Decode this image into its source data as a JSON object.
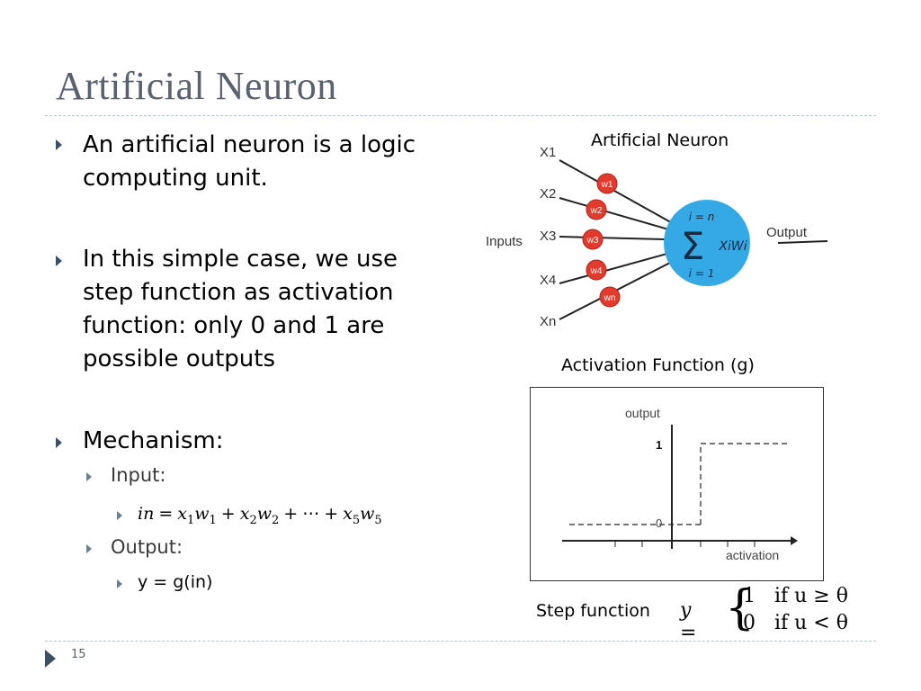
{
  "slide": {
    "title": "Artificial Neuron",
    "page_number": "15"
  },
  "bullets": {
    "b1": "An artificial neuron is a logic computing unit.",
    "b2": "In this simple case, we use step function as activation function: only 0 and 1 are possible outputs",
    "b3": "Mechanism:",
    "input_label": "Input:",
    "input_formula": {
      "lhs": "in",
      "terms": [
        [
          "x",
          "1",
          "w",
          "1"
        ],
        [
          "x",
          "2",
          "w",
          "2"
        ]
      ],
      "ellipsis": "⋯",
      "last": [
        "x",
        "5",
        "w",
        "5"
      ]
    },
    "output_label": "Output:",
    "output_formula": "y = g(in)"
  },
  "neuron_diagram": {
    "caption": "Artificial Neuron",
    "inputs_label": "Inputs",
    "output_label": "Output",
    "x_labels": [
      "X1",
      "X2",
      "X3",
      "X4",
      "Xn"
    ],
    "w_labels": [
      "w1",
      "w2",
      "w3",
      "w4",
      "wn"
    ],
    "sum_top": "i = n",
    "sum_bottom": "i = 1",
    "sum_expr": "XiWi",
    "colors": {
      "weight_node": "#e23a2c",
      "neuron": "#35a9e6"
    }
  },
  "activation_chart": {
    "caption": "Activation Function (g)",
    "y_axis_label": "output",
    "x_axis_label": "activation",
    "tick_one": "1",
    "tick_zero": "0"
  },
  "step_function": {
    "label": "Step function",
    "lhs": "y =",
    "case1": "1   if u ≥ θ",
    "case2": "0   if u < θ"
  }
}
